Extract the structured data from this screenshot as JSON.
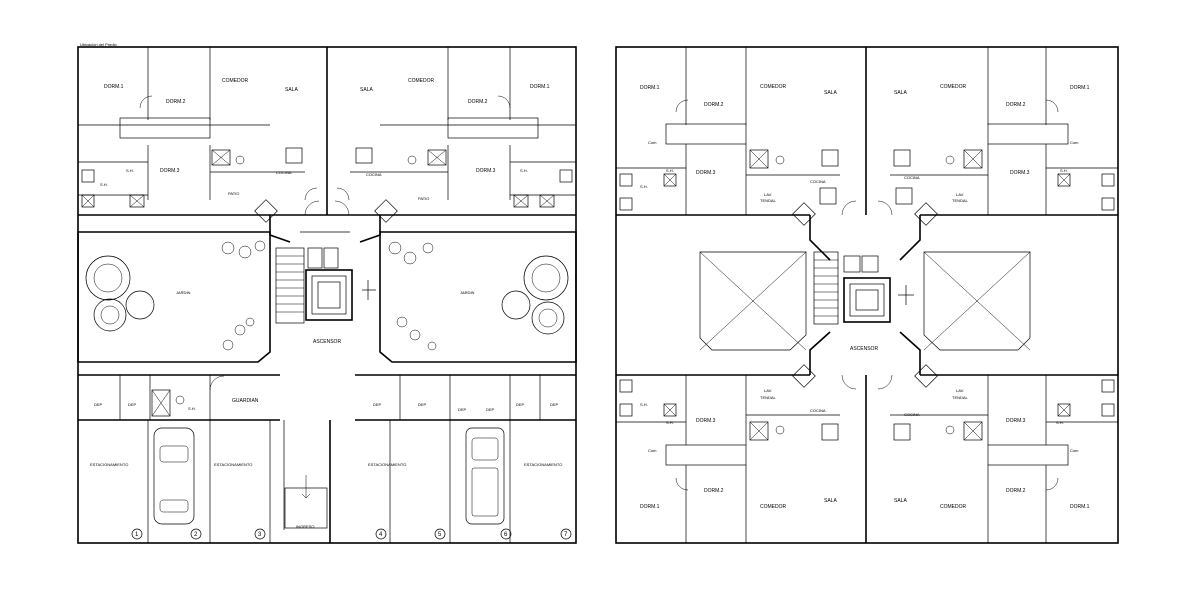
{
  "plans": {
    "ground": {
      "title": "Ubicación del Predio",
      "rooms": {
        "dorm1": "DORM.1",
        "dorm2": "DORM.2",
        "dorm3": "DORM.3",
        "comedor": "COMEDOR",
        "sala": "SALA",
        "sh": "S.H.",
        "cocina": "COCINA",
        "patio": "PATIO",
        "jardin": "JARDIN",
        "ascensor": "ASCENSOR",
        "guardian": "GUARDIAN",
        "dep": "DEP",
        "estacionamiento": "ESTACIONAMIENTO",
        "ingreso": "INGRESO"
      },
      "parking_numbers": [
        "1",
        "2",
        "3",
        "4",
        "5",
        "6",
        "7"
      ]
    },
    "typical": {
      "rooms": {
        "dorm1": "DORM.1",
        "dorm2": "DORM.2",
        "dorm3": "DORM.3",
        "comedor": "COMEDOR",
        "sala": "SALA",
        "sh": "S.H.",
        "cocina": "COCINA",
        "lav": "LAV.",
        "tendal": "TENDAL",
        "ascensor": "ASCENSOR",
        "com": "Com"
      }
    }
  }
}
